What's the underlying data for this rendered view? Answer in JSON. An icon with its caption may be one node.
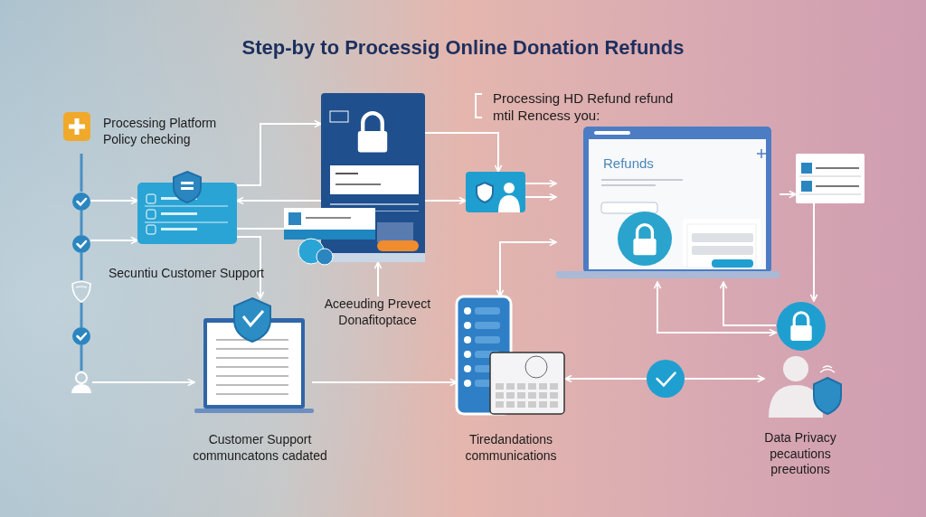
{
  "diagram": {
    "title": "Step-by to Processig Online Donation Refunds",
    "nodes": [
      {
        "text": [
          "Processing Platform Policy checking"
        ]
      },
      {
        "text": [],
        "shape": "picture"
      },
      {
        "text": [],
        "shape": "picture"
      },
      {
        "text": [],
        "shape": "picture"
      },
      {
        "text": [],
        "shape": "picture"
      },
      {
        "text": [],
        "shape": "picture"
      },
      {
        "text": [],
        "shape": "picture"
      },
      {
        "text": [
          "Secuntiu Customer Support"
        ]
      },
      {
        "text": [],
        "shape": "picture"
      },
      {
        "text": [],
        "shape": "picture"
      },
      {
        "text": [
          "Aceeuding Prevect Donafitoptace"
        ]
      },
      {
        "text": [
          "Processing HD Refund refund mtil Rencess you:"
        ]
      },
      {
        "text": [],
        "shape": "picture"
      },
      {
        "text": [
          "Refunds"
        ]
      },
      {
        "text": [],
        "shape": "picture"
      },
      {
        "text": [],
        "shape": "picture"
      },
      {
        "text": [
          "Customer Support communcatons cadated"
        ]
      },
      {
        "text": [],
        "shape": "picture"
      },
      {
        "text": [
          "Tiredandations communications"
        ]
      },
      {
        "text": [],
        "shape": "picture"
      },
      {
        "text": [],
        "shape": "picture"
      },
      {
        "text": [],
        "shape": "picture"
      },
      {
        "text": [
          "Data Privacy pecautions preeutions"
        ]
      }
    ],
    "edges": [
      {
        "from": 0,
        "to": 1,
        "arrow": "none",
        "color": "#4a90c2"
      },
      {
        "from": 1,
        "to": 2,
        "arrow": "none",
        "color": "#4a90c2"
      },
      {
        "from": 2,
        "to": 3,
        "arrow": "none",
        "color": "#4a90c2"
      },
      {
        "from": 3,
        "to": 4,
        "arrow": "none",
        "color": "#4a90c2"
      },
      {
        "from": 4,
        "to": 5,
        "arrow": "none",
        "color": "#4a90c2"
      },
      {
        "from": 1,
        "to": 6,
        "arrow": "to"
      },
      {
        "from": 2,
        "to": 6,
        "arrow": "to"
      },
      {
        "from": 5,
        "to": 15,
        "arrow": "to"
      },
      {
        "from": 15,
        "to": 17,
        "arrow": "to"
      },
      {
        "from": 8,
        "to": 6,
        "arrow": "to"
      },
      {
        "from": 6,
        "to": 8,
        "arrow": "to"
      },
      {
        "from": 6,
        "to": 9,
        "arrow": "none"
      },
      {
        "from": 6,
        "to": 15,
        "arrow": "to"
      },
      {
        "from": 10,
        "to": 8,
        "arrow": "to"
      },
      {
        "from": 8,
        "to": 12,
        "arrow": "to"
      },
      {
        "from": 8,
        "to": 12,
        "arrow": "to"
      },
      {
        "from": 12,
        "to": 13,
        "arrow": "to"
      },
      {
        "from": 12,
        "to": 13,
        "arrow": "to"
      },
      {
        "from": 13,
        "to": 14,
        "arrow": "to"
      },
      {
        "from": 14,
        "to": 20,
        "arrow": "to"
      },
      {
        "from": 13,
        "to": 17,
        "arrow": "both"
      },
      {
        "from": 13,
        "to": 20,
        "arrow": "both"
      },
      {
        "from": 20,
        "to": 13,
        "arrow": "to"
      },
      {
        "from": 19,
        "to": 17,
        "arrow": "to"
      },
      {
        "from": 19,
        "to": 21,
        "arrow": "to"
      }
    ]
  }
}
